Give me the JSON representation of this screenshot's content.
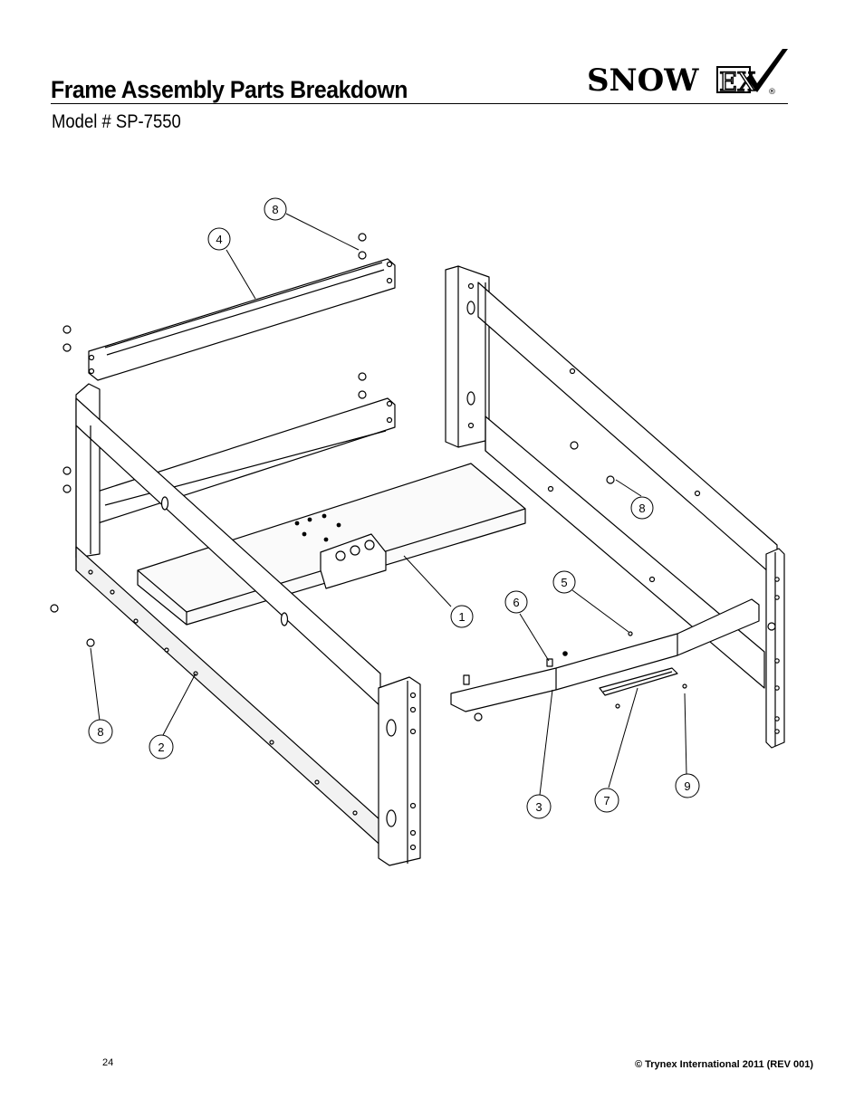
{
  "header": {
    "title": "Frame Assembly Parts Breakdown",
    "model": "Model # SP-7550"
  },
  "logo": {
    "text_snow": "SNOW",
    "text_ex": "EX",
    "registered": "®"
  },
  "callouts": [
    "8",
    "4",
    "8",
    "1",
    "5",
    "6",
    "8",
    "2",
    "3",
    "7",
    "9"
  ],
  "footer": {
    "page_number": "24",
    "copyright": "© Trynex International 2011  (REV 001)"
  },
  "colors": {
    "ink": "#000000",
    "part_fill": "#ffffff",
    "shade": "#e6e6e6"
  }
}
